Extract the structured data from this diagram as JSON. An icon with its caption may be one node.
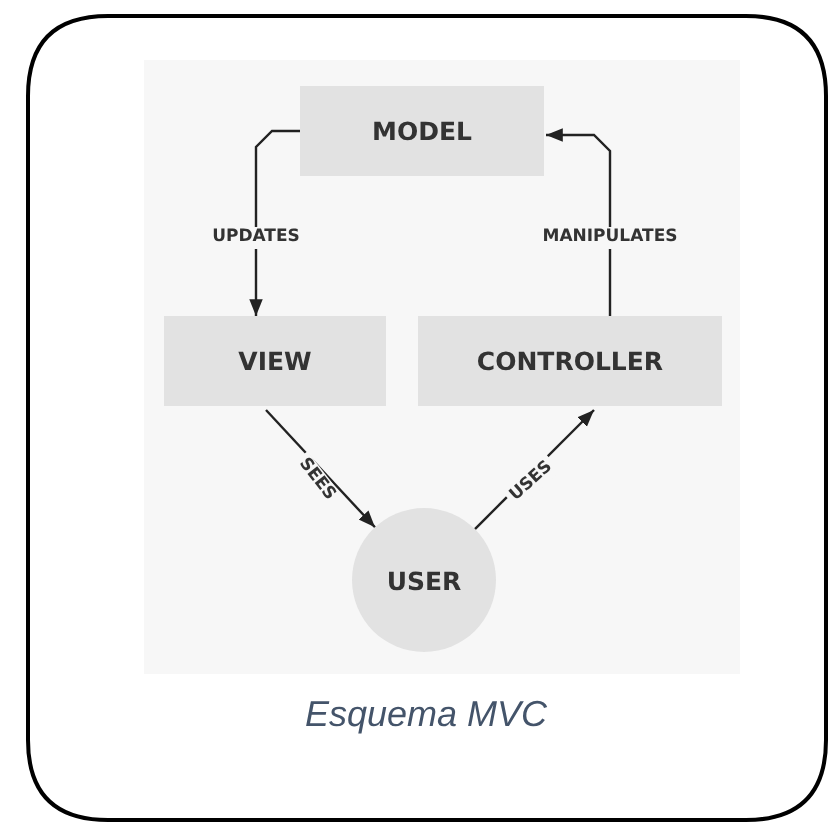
{
  "diagram": {
    "caption": "Esquema MVC",
    "nodes": [
      {
        "text": [
          "MODEL"
        ]
      },
      {
        "text": [
          "VIEW"
        ]
      },
      {
        "text": [
          "CONTROLLER"
        ]
      },
      {
        "text": [
          "USER"
        ]
      }
    ],
    "edges": [
      {
        "from": 0,
        "to": 1,
        "arrow": "to",
        "label": "UPDATES"
      },
      {
        "from": 2,
        "to": 0,
        "arrow": "to",
        "label": "MANIPULATES"
      },
      {
        "from": 1,
        "to": 3,
        "arrow": "to",
        "label": "SEES"
      },
      {
        "from": 3,
        "to": 2,
        "arrow": "to",
        "label": "USES"
      }
    ]
  }
}
